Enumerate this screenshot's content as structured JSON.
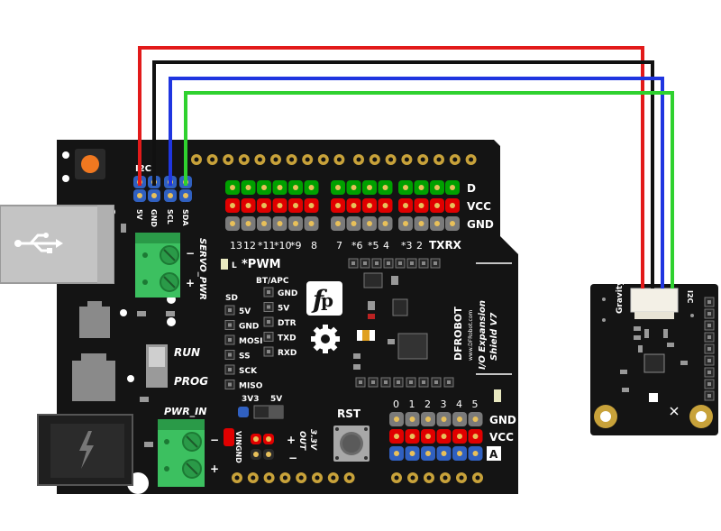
{
  "i2c_header": {
    "title": "I2C",
    "pins": [
      "5V",
      "GND",
      "SCL",
      "SDA"
    ]
  },
  "servo": {
    "label": "SERVO_PWR",
    "minus": "−",
    "plus": "+"
  },
  "pwr_in": {
    "label": "PWR_IN",
    "minus": "−",
    "plus": "+"
  },
  "switch": {
    "run": "RUN",
    "prog": "PROG"
  },
  "led_label": "L",
  "pwm_label": "*PWM",
  "spi": {
    "title": "SD",
    "pins": [
      "5V",
      "GND",
      "MOSI",
      "SS",
      "SCK",
      "MISO"
    ]
  },
  "bt": {
    "title": "BT/APC",
    "pins": [
      "GND",
      "5V",
      "DTR",
      "TXD",
      "RXD"
    ]
  },
  "digital": {
    "row_labels": [
      "D",
      "VCC",
      "GND"
    ],
    "pin_numbers": [
      "13",
      "12",
      "*11",
      "*10",
      "*9",
      "8",
      "7",
      "*6",
      "*5",
      "4",
      "*3",
      "2"
    ],
    "txrx": "TXRX"
  },
  "analog": {
    "pin_numbers": [
      "0",
      "1",
      "2",
      "3",
      "4",
      "5"
    ],
    "row_labels": [
      "GND",
      "VCC",
      "A"
    ]
  },
  "voltage": {
    "v33": "3V3",
    "v5": "5V"
  },
  "vin_gnd": "VINGND",
  "out_label": "3.3V\nOUT",
  "out_line1": "3.3V",
  "out_line2": "OUT",
  "rst_label": "RST",
  "brand": {
    "name": "DFROBOT",
    "url": "www.DFRobot.com",
    "line1": "I/O Expansion",
    "line2": "Shield V7"
  },
  "sensor": {
    "gravity_label": "Gravity",
    "bus_label": "I2C"
  },
  "colors": {
    "board": "#141414",
    "header_red": "#e00000",
    "header_green": "#00a000",
    "header_gray": "#7a7a7a",
    "header_blue": "#3060c0",
    "gold": "#c8a23a",
    "terminal_green": "#3cc060",
    "wire_red": "#e21a1a",
    "wire_black": "#111111",
    "wire_blue": "#1f35e0",
    "wire_green": "#2fd12f",
    "usb_gray": "#c4c4c4",
    "reset_orange": "#f07820"
  }
}
